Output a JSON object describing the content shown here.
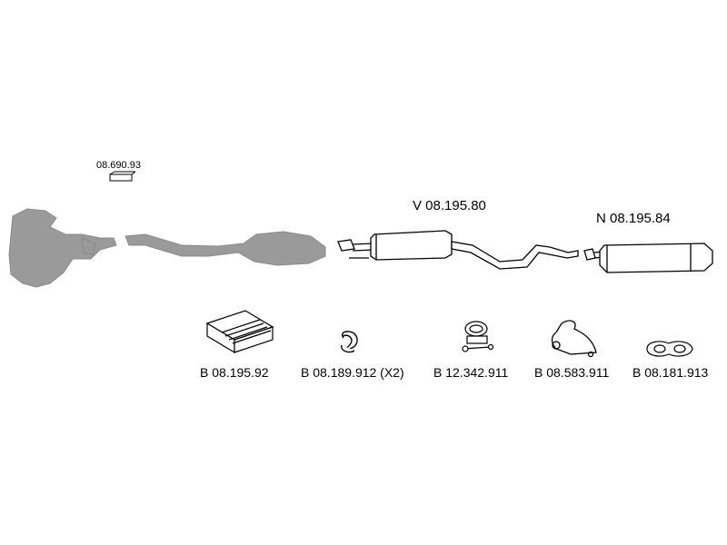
{
  "labels": {
    "small_part": "08.690.93",
    "front_muffler": "V 08.195.80",
    "rear_muffler": "N 08.195.84"
  },
  "accessories": [
    {
      "code": "B 08.195.92"
    },
    {
      "code": "B 08.189.912 (X2)"
    },
    {
      "code": "B 12.342.911"
    },
    {
      "code": "B 08.583.911"
    },
    {
      "code": "B 08.181.913"
    }
  ],
  "colors": {
    "grey_part": "#9a9a9a",
    "outline": "#000000"
  }
}
